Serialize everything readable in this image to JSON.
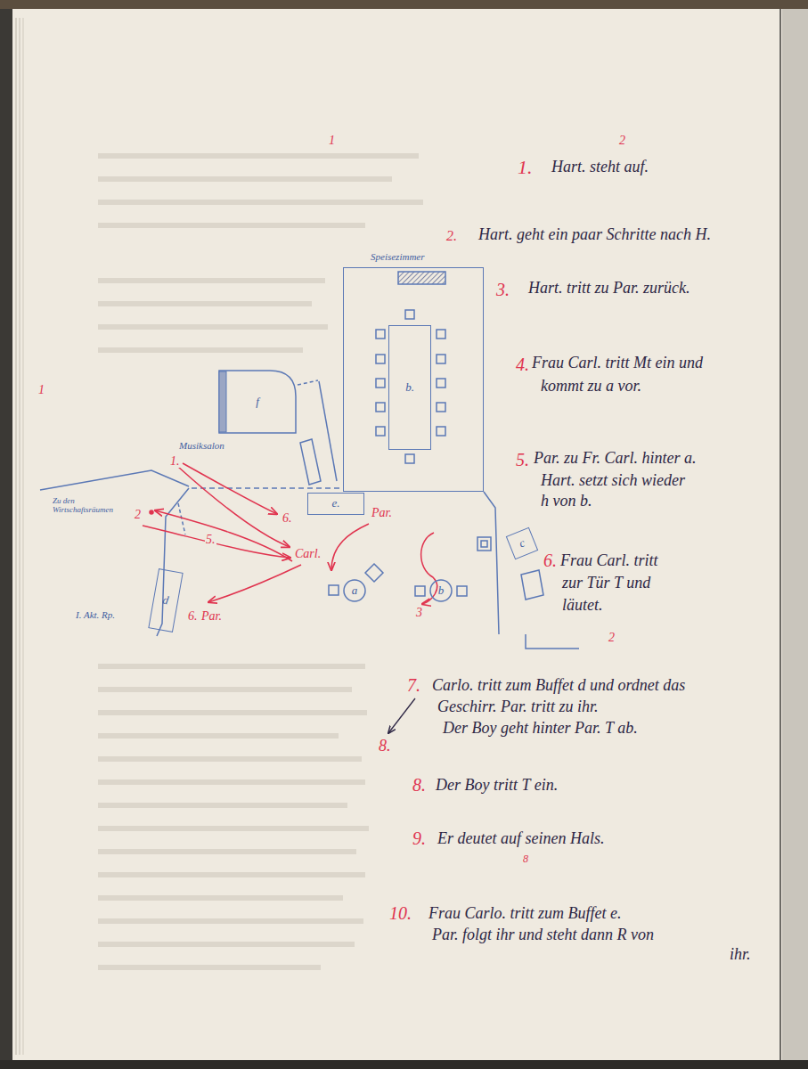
{
  "diagram": {
    "nodes": [
      {
        "text": [
          "Speisezimmer"
        ]
      },
      {
        "text": [
          "b."
        ],
        "in": 0
      },
      {
        "text": [
          "f"
        ]
      },
      {
        "text": [
          "e."
        ]
      },
      {
        "text": [
          "d"
        ]
      },
      {
        "text": [
          "c"
        ]
      },
      {
        "text": [
          "a"
        ]
      },
      {
        "text": [
          "b"
        ]
      }
    ],
    "labels": [
      "1",
      "2",
      "1",
      "1.",
      "Hart. steht auf.",
      "2.",
      "Hart. geht ein paar Schritte nach H.",
      "3.",
      "Hart. tritt zu Par. zurück.",
      "4.",
      "Frau Carl. tritt Mt ein und",
      "kommt zu a vor.",
      "5.",
      "Par. zu Fr. Carl. hinter a.",
      "Hart. setzt sich wieder",
      "h von b.",
      "6.",
      "Frau Carl. tritt",
      "zur Tür T und",
      "läutet.",
      "2",
      "7.",
      "Carlo. tritt zum Buffet d und ordnet das",
      "Geschirr. Par. tritt zu ihr.",
      "Der Boy geht hinter Par. T ab.",
      "8.",
      "8.",
      "Der Boy tritt T ein.",
      "9.",
      "Er deutet auf seinen Hals.",
      "8",
      "10.",
      "Frau Carlo. tritt zum Buffet e.",
      "Par. folgt ihr und steht dann R von",
      "ihr.",
      "Musiksalon",
      "Zu den Wirtschaftsräumen",
      "I. Akt. Rp.",
      "1.",
      "5.",
      "Carl.",
      "Par.",
      "6.",
      "6.",
      "Par.",
      "3",
      "2"
    ]
  }
}
